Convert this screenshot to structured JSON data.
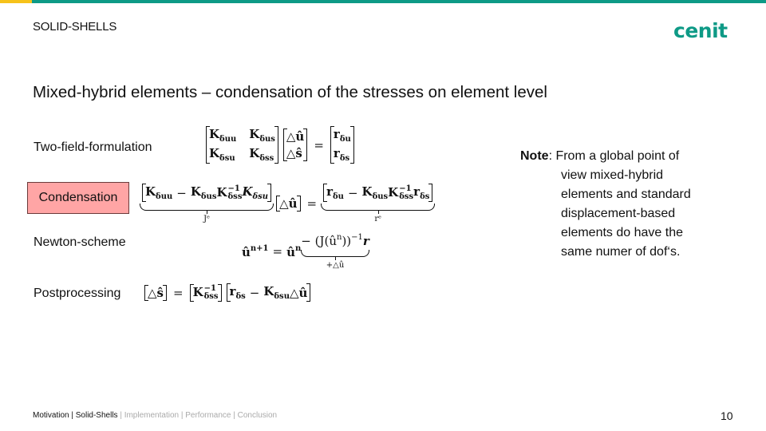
{
  "header": {
    "section": "SOLID-SHELLS",
    "logo": "cenit",
    "accent": "#0d9a86",
    "accent2": "#f6c21a"
  },
  "title": "Mixed-hybrid elements – condensation of the stresses on element level",
  "labels": {
    "two_field": "Two-field-formulation",
    "condensation": "Condensation",
    "newton": "Newton-scheme",
    "post": "Postprocessing"
  },
  "equations": {
    "two_field": [
      {
        "matrix": [
          [
            [
              {
                "t": "K",
                "b": 1,
                "sub": "δuu"
              }
            ],
            [
              {
                "t": "K",
                "b": 1,
                "sub": "δus"
              }
            ]
          ],
          [
            [
              {
                "t": "K",
                "b": 1,
                "sub": "δsu"
              }
            ],
            [
              {
                "t": "K",
                "b": 1,
                "sub": "δss"
              }
            ]
          ]
        ]
      },
      {
        "matrix": [
          [
            [
              {
                "t": "△û",
                "b": 1
              }
            ]
          ],
          [
            [
              {
                "t": "△ŝ",
                "b": 1
              }
            ]
          ]
        ]
      },
      {
        "op": "="
      },
      {
        "matrix": [
          [
            [
              {
                "t": "r",
                "b": 1,
                "sub": "δu"
              }
            ]
          ],
          [
            [
              {
                "t": "r",
                "b": 1,
                "sub": "δs"
              }
            ]
          ]
        ]
      }
    ],
    "condensation": [
      {
        "ub": [
          {
            "br": [
              {
                "t": "K",
                "b": 1,
                "sub": "δuu"
              },
              {
                "op": "−"
              },
              {
                "t": "K",
                "b": 1,
                "sub": "δus"
              },
              {
                "t": "K",
                "b": 1,
                "sup": "−1",
                "sub": "δss"
              },
              {
                "t": "K",
                "b": 1,
                "it": 1,
                "sub": "δsu"
              }
            ]
          }
        ],
        "label": "Jᵉ"
      },
      {
        "br": [
          {
            "t": "△û",
            "b": 1
          }
        ]
      },
      {
        "op": "="
      },
      {
        "ub": [
          {
            "br": [
              {
                "t": "r",
                "b": 1,
                "sub": "δu"
              },
              {
                "op": "−"
              },
              {
                "t": "K",
                "b": 1,
                "sub": "δus"
              },
              {
                "t": "K",
                "b": 1,
                "sup": "−1",
                "sub": "δss"
              },
              {
                "t": "r",
                "b": 1,
                "sub": "δs"
              }
            ]
          }
        ],
        "label": "rᵉ"
      }
    ],
    "newton": [
      {
        "t": "û",
        "b": 1,
        "sup": "n+1"
      },
      {
        "op": "="
      },
      {
        "t": "û",
        "b": 1,
        "sup": "n"
      },
      {
        "ub": [
          {
            "t": "− (J(û"
          },
          {
            "t": "",
            "sup": "n"
          },
          {
            "t": "))"
          },
          {
            "t": "",
            "sup": "−1"
          },
          {
            "t": " r",
            "b": 1,
            "it": 1
          }
        ],
        "label": "+△û"
      }
    ],
    "post": [
      {
        "br": [
          {
            "t": "△ŝ",
            "b": 1
          }
        ]
      },
      {
        "op": "="
      },
      {
        "br": [
          {
            "t": "K",
            "b": 1,
            "sup": "−1",
            "sub": "δss"
          }
        ]
      },
      {
        "br": [
          {
            "t": "r",
            "b": 1,
            "sub": "δs"
          },
          {
            "op": "−"
          },
          {
            "t": "K",
            "b": 1,
            "sub": "δsu"
          },
          {
            "t": " △û",
            "b": 1
          }
        ]
      }
    ]
  },
  "note": {
    "bold": "Note",
    "lines": [
      ": From a global point of",
      "view mixed-hybrid",
      "elements and standard",
      "displacement-based",
      "elements do have the",
      "same numer of dof‘s."
    ]
  },
  "footer": {
    "items": [
      {
        "label": "Motivation",
        "active": true
      },
      {
        "label": "Solid-Shells",
        "active": true
      },
      {
        "label": "Implementation",
        "active": false
      },
      {
        "label": "Performance",
        "active": false
      },
      {
        "label": "Conclusion",
        "active": false
      }
    ],
    "sep": "|",
    "page": "10"
  }
}
